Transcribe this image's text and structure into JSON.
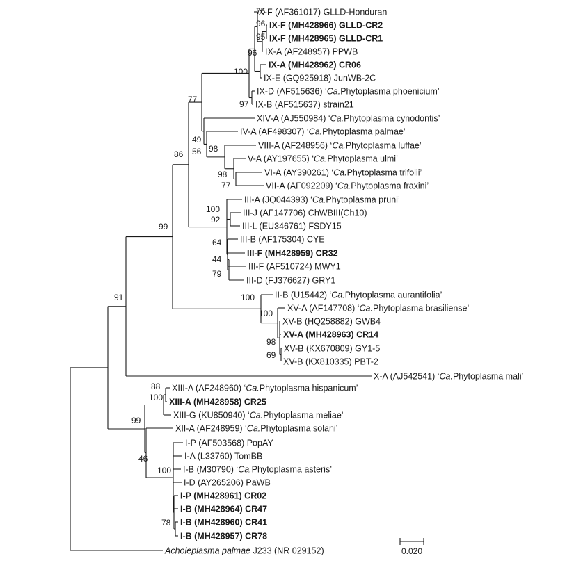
{
  "taxa": [
    {
      "id": "ixf_hond",
      "parts": [
        {
          "t": "IX-F (AF361017) GLLD-Honduran"
        }
      ]
    },
    {
      "id": "ixf_cr2",
      "bold": true,
      "parts": [
        {
          "t": "IX-F (MH428966) GLLD-CR2"
        }
      ]
    },
    {
      "id": "ixf_cr1",
      "bold": true,
      "parts": [
        {
          "t": "IX-F (MH428965) GLLD-CR1"
        }
      ]
    },
    {
      "id": "ixa_ppwb",
      "parts": [
        {
          "t": "IX-A (AF248957) PPWB"
        }
      ]
    },
    {
      "id": "ixa_cr06",
      "bold": true,
      "parts": [
        {
          "t": "IX-A (MH428962) CR06"
        }
      ]
    },
    {
      "id": "ixe",
      "parts": [
        {
          "t": "IX-E (GQ925918) JunWB-2C"
        }
      ]
    },
    {
      "id": "ixd",
      "parts": [
        {
          "t": "IX-D (AF515636) ‘"
        },
        {
          "t": "Ca.",
          "i": true
        },
        {
          "t": "Phytoplasma phoenicium’"
        }
      ]
    },
    {
      "id": "ixb",
      "parts": [
        {
          "t": "IX-B (AF515637) strain21"
        }
      ]
    },
    {
      "id": "xiva",
      "parts": [
        {
          "t": "XIV-A (AJ550984) ‘"
        },
        {
          "t": "Ca.",
          "i": true
        },
        {
          "t": "Phytoplasma cynodontis’"
        }
      ]
    },
    {
      "id": "iva",
      "parts": [
        {
          "t": "IV-A (AF498307) ‘"
        },
        {
          "t": "Ca.",
          "i": true
        },
        {
          "t": "Phytoplasma palmae’"
        }
      ]
    },
    {
      "id": "viiia",
      "parts": [
        {
          "t": "VIII-A (AF248956) ‘"
        },
        {
          "t": "Ca.",
          "i": true
        },
        {
          "t": "Phytoplasma luffae’"
        }
      ]
    },
    {
      "id": "va",
      "parts": [
        {
          "t": "V-A (AY197655) ‘"
        },
        {
          "t": "Ca.",
          "i": true
        },
        {
          "t": "Phytoplasma ulmi’"
        }
      ]
    },
    {
      "id": "via",
      "parts": [
        {
          "t": "VI-A (AY390261) ‘"
        },
        {
          "t": "Ca.",
          "i": true
        },
        {
          "t": "Phytoplasma trifolii’"
        }
      ]
    },
    {
      "id": "viia",
      "parts": [
        {
          "t": "VII-A (AF092209) ‘"
        },
        {
          "t": "Ca.",
          "i": true
        },
        {
          "t": "Phytoplasma fraxini’"
        }
      ]
    },
    {
      "id": "iiia",
      "parts": [
        {
          "t": "III-A (JQ044393) ‘"
        },
        {
          "t": "Ca.",
          "i": true
        },
        {
          "t": "Phytoplasma pruni’"
        }
      ]
    },
    {
      "id": "iiij",
      "parts": [
        {
          "t": "III-J (AF147706) ChWBIII(Ch10)"
        }
      ]
    },
    {
      "id": "iiil",
      "parts": [
        {
          "t": "III-L (EU346761) FSDY15"
        }
      ]
    },
    {
      "id": "iiib",
      "parts": [
        {
          "t": "III-B (AF175304) CYE"
        }
      ]
    },
    {
      "id": "iiif_cr32",
      "bold": true,
      "parts": [
        {
          "t": "III-F (MH428959) CR32"
        }
      ]
    },
    {
      "id": "iiif_mwy1",
      "parts": [
        {
          "t": "III-F (AF510724) MWY1"
        }
      ]
    },
    {
      "id": "iiid",
      "parts": [
        {
          "t": "III-D (FJ376627) GRY1"
        }
      ]
    },
    {
      "id": "iib",
      "parts": [
        {
          "t": "II-B (U15442) ‘"
        },
        {
          "t": "Ca.",
          "i": true
        },
        {
          "t": "Phytoplasma aurantifolia’"
        }
      ]
    },
    {
      "id": "xva_bras",
      "parts": [
        {
          "t": "XV-A (AF147708) ‘"
        },
        {
          "t": "Ca.",
          "i": true
        },
        {
          "t": "Phytoplasma brasiliense’"
        }
      ]
    },
    {
      "id": "xvb_gwb4",
      "parts": [
        {
          "t": "XV-B (HQ258882) GWB4"
        }
      ]
    },
    {
      "id": "xva_cr14",
      "bold": true,
      "parts": [
        {
          "t": "XV-A (MH428963) CR14"
        }
      ]
    },
    {
      "id": "xvb_gy1",
      "parts": [
        {
          "t": "XV-B (KX670809) GY1-5"
        }
      ]
    },
    {
      "id": "xvb_pbt",
      "parts": [
        {
          "t": "XV-B (KX810335) PBT-2"
        }
      ]
    },
    {
      "id": "xa",
      "parts": [
        {
          "t": "X-A (AJ542541) ‘"
        },
        {
          "t": "Ca.",
          "i": true
        },
        {
          "t": "Phytoplasma mali’"
        }
      ]
    },
    {
      "id": "xiiia_hisp",
      "parts": [
        {
          "t": "XIII-A (AF248960) ‘"
        },
        {
          "t": "Ca.",
          "i": true
        },
        {
          "t": "Phytoplasma hispanicum’"
        }
      ]
    },
    {
      "id": "xiiia_cr25",
      "bold": true,
      "parts": [
        {
          "t": "XIII-A (MH428958) CR25"
        }
      ]
    },
    {
      "id": "xiiig",
      "parts": [
        {
          "t": "XIII-G (KU850940) ‘"
        },
        {
          "t": "Ca.",
          "i": true
        },
        {
          "t": "Phytoplasma meliae’"
        }
      ]
    },
    {
      "id": "xiia",
      "parts": [
        {
          "t": "XII-A (AF248959) ‘"
        },
        {
          "t": "Ca.",
          "i": true
        },
        {
          "t": "Phytoplasma solani’"
        }
      ]
    },
    {
      "id": "ip_popay",
      "parts": [
        {
          "t": "I-P (AF503568) PopAY"
        }
      ]
    },
    {
      "id": "ia_tombb",
      "parts": [
        {
          "t": "I-A (L33760) TomBB"
        }
      ]
    },
    {
      "id": "ib_ast",
      "parts": [
        {
          "t": "I-B (M30790) ‘"
        },
        {
          "t": "Ca.",
          "i": true
        },
        {
          "t": "Phytoplasma asteris’"
        }
      ]
    },
    {
      "id": "id_pawb",
      "parts": [
        {
          "t": "I-D (AY265206) PaWB"
        }
      ]
    },
    {
      "id": "ip_cr02",
      "bold": true,
      "parts": [
        {
          "t": "I-P (MH428961) CR02"
        }
      ]
    },
    {
      "id": "ib_cr47",
      "bold": true,
      "parts": [
        {
          "t": "I-B (MH428964) CR47"
        }
      ]
    },
    {
      "id": "ib_cr41",
      "bold": true,
      "parts": [
        {
          "t": "I-B (MH428960) CR41"
        }
      ]
    },
    {
      "id": "ib_cr78",
      "bold": true,
      "parts": [
        {
          "t": "I-B (MH428957) CR78"
        }
      ]
    },
    {
      "id": "achol",
      "parts": [
        {
          "t": "Acholeplasma palmae",
          "i": true
        },
        {
          "t": " J233 (NR 029152)"
        }
      ]
    }
  ],
  "bootstrap": [
    "75",
    "96",
    "95",
    "96",
    "100",
    "97",
    "77",
    "49",
    "56",
    "98",
    "98",
    "77",
    "86",
    "100",
    "92",
    "64",
    "44",
    "79",
    "99",
    "100",
    "100",
    "98",
    "69",
    "91",
    "88",
    "100",
    "99",
    "100",
    "46",
    "78"
  ],
  "scale_bar": {
    "label": "0.020"
  }
}
